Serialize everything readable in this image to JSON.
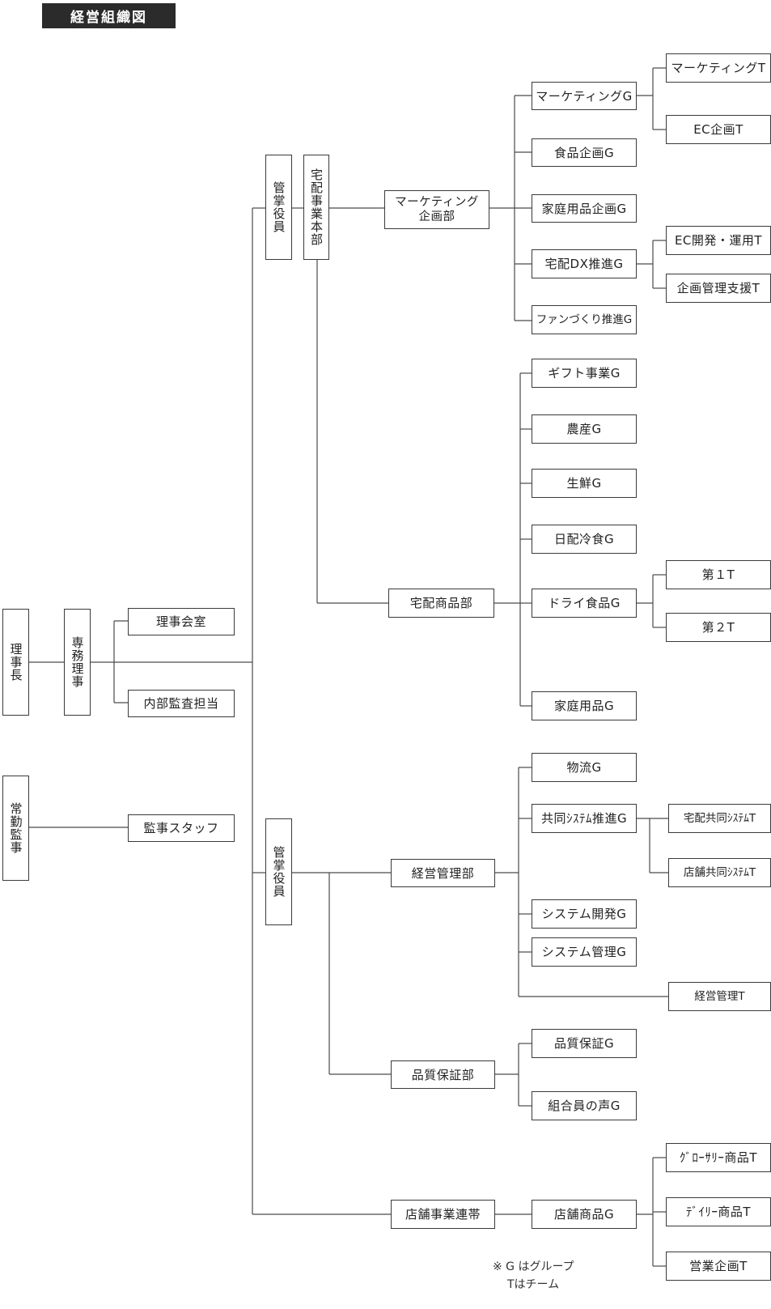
{
  "title": "経営組織図",
  "nodes": {
    "rijicho": "理事長",
    "senmu": "専務理事",
    "jokin": "常勤監事",
    "rijikaishitsu": "理事会室",
    "naibu": "内部監査担当",
    "kanji_staff": "監事スタッフ",
    "kansho1": "管掌役員",
    "takuhai_honbu": "宅配事業本部",
    "kansho2": "管掌役員",
    "mkt_kikaku": "マーケティング\n企画部",
    "mkt_g": "マーケティングG",
    "mkt_t": "マーケティングT",
    "ec_kikaku_t": "EC企画T",
    "shokuhin_kikaku_g": "食品企画G",
    "katei_kikaku_g": "家庭用品企画G",
    "dx_g": "宅配DX推進G",
    "ec_kaihatsu_t": "EC開発・運用T",
    "kikaku_kanri_t": "企画管理支援T",
    "fan_g": "ファンづくり推進G",
    "takuhai_shohin": "宅配商品部",
    "gift_g": "ギフト事業G",
    "nosan_g": "農産G",
    "seisen_g": "生鮮G",
    "nichihai_g": "日配冷食G",
    "dry_g": "ドライ食品G",
    "dai1_t": "第１T",
    "dai2_t": "第２T",
    "katei_g": "家庭用品G",
    "keiei_kanri": "経営管理部",
    "butsuryu_g": "物流G",
    "kyodo_g": "共同ｼｽﾃﾑ推進G",
    "takuhai_kyodo_t": "宅配共同ｼｽﾃﾑT",
    "tenpo_kyodo_t": "店舗共同ｼｽﾃﾑT",
    "sys_kaihatsu_g": "システム開発G",
    "sys_kanri_g": "システム管理G",
    "keiei_kanri_t": "経営管理T",
    "hinshitsu": "品質保証部",
    "hinshitsu_g": "品質保証G",
    "koe_g": "組合員の声G",
    "tenpo_renkei": "店舗事業連帯",
    "tenpo_shohin_g": "店舗商品G",
    "grocery_t": "ｸﾞﾛｰｻﾘｰ商品T",
    "daily_t": "ﾃﾞｲﾘｰ商品T",
    "eigyo_t": "営業企画T"
  },
  "legend": {
    "line1": "※ G はグループ",
    "line2": "Tはチーム"
  }
}
